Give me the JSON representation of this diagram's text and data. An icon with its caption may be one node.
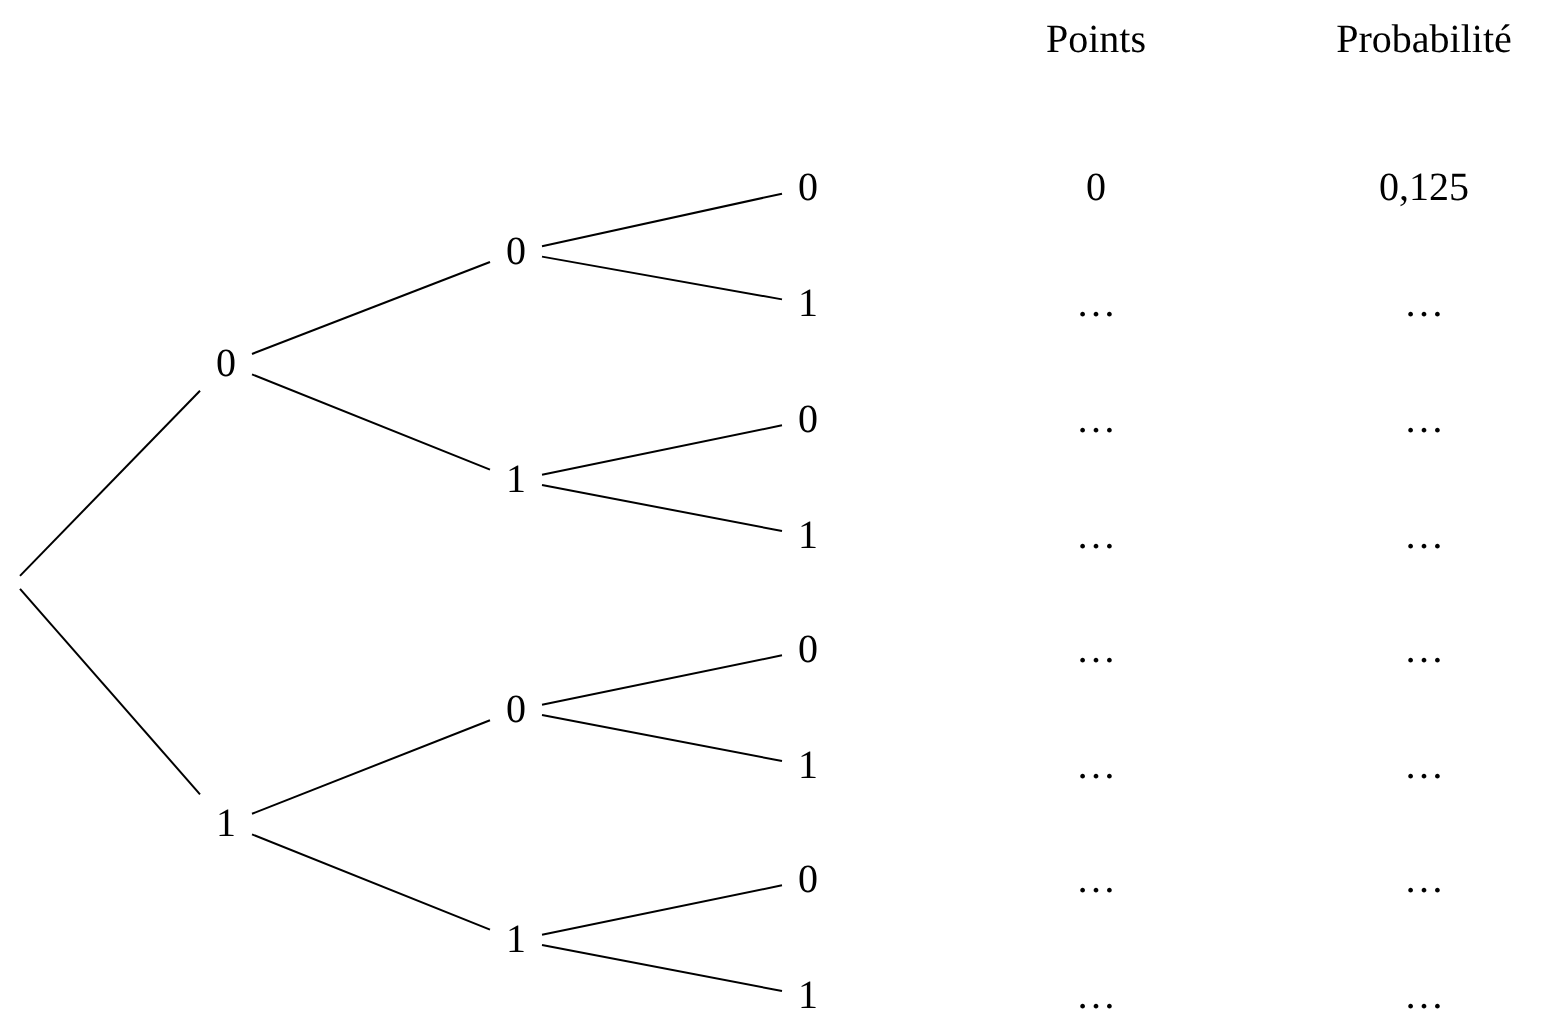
{
  "diagram": {
    "nodes": [
      {
        "text": [
          "0"
        ]
      },
      {
        "text": [
          "0"
        ]
      },
      {
        "text": [
          "0"
        ]
      },
      {
        "text": [
          "1"
        ]
      },
      {
        "text": [
          "1"
        ]
      },
      {
        "text": [
          "0"
        ]
      },
      {
        "text": [
          "1"
        ]
      },
      {
        "text": [
          "1"
        ]
      },
      {
        "text": [
          "0"
        ]
      },
      {
        "text": [
          "0"
        ]
      },
      {
        "text": [
          "1"
        ]
      },
      {
        "text": [
          "1"
        ]
      },
      {
        "text": [
          "0"
        ]
      },
      {
        "text": [
          "1"
        ]
      }
    ],
    "edges": [
      {
        "from": null,
        "to": 0,
        "arrow": "none"
      },
      {
        "from": 0,
        "to": 1,
        "arrow": "none"
      },
      {
        "from": 1,
        "to": 2,
        "arrow": "none"
      },
      {
        "from": 1,
        "to": 3,
        "arrow": "none"
      },
      {
        "from": 0,
        "to": 4,
        "arrow": "none"
      },
      {
        "from": 4,
        "to": 5,
        "arrow": "none"
      },
      {
        "from": 4,
        "to": 6,
        "arrow": "none"
      },
      {
        "from": null,
        "to": 7,
        "arrow": "none"
      },
      {
        "from": 7,
        "to": 8,
        "arrow": "none"
      },
      {
        "from": 8,
        "to": 9,
        "arrow": "none"
      },
      {
        "from": 8,
        "to": 10,
        "arrow": "none"
      },
      {
        "from": 7,
        "to": 11,
        "arrow": "none"
      },
      {
        "from": 11,
        "to": 12,
        "arrow": "none"
      },
      {
        "from": 11,
        "to": 13,
        "arrow": "none"
      }
    ],
    "labels": [
      "Points",
      "Probabilité",
      "0",
      "0,125",
      "…",
      "…",
      "…",
      "…",
      "…",
      "…",
      "…",
      "…",
      "…",
      "…",
      "…",
      "…",
      "…",
      "…"
    ]
  }
}
